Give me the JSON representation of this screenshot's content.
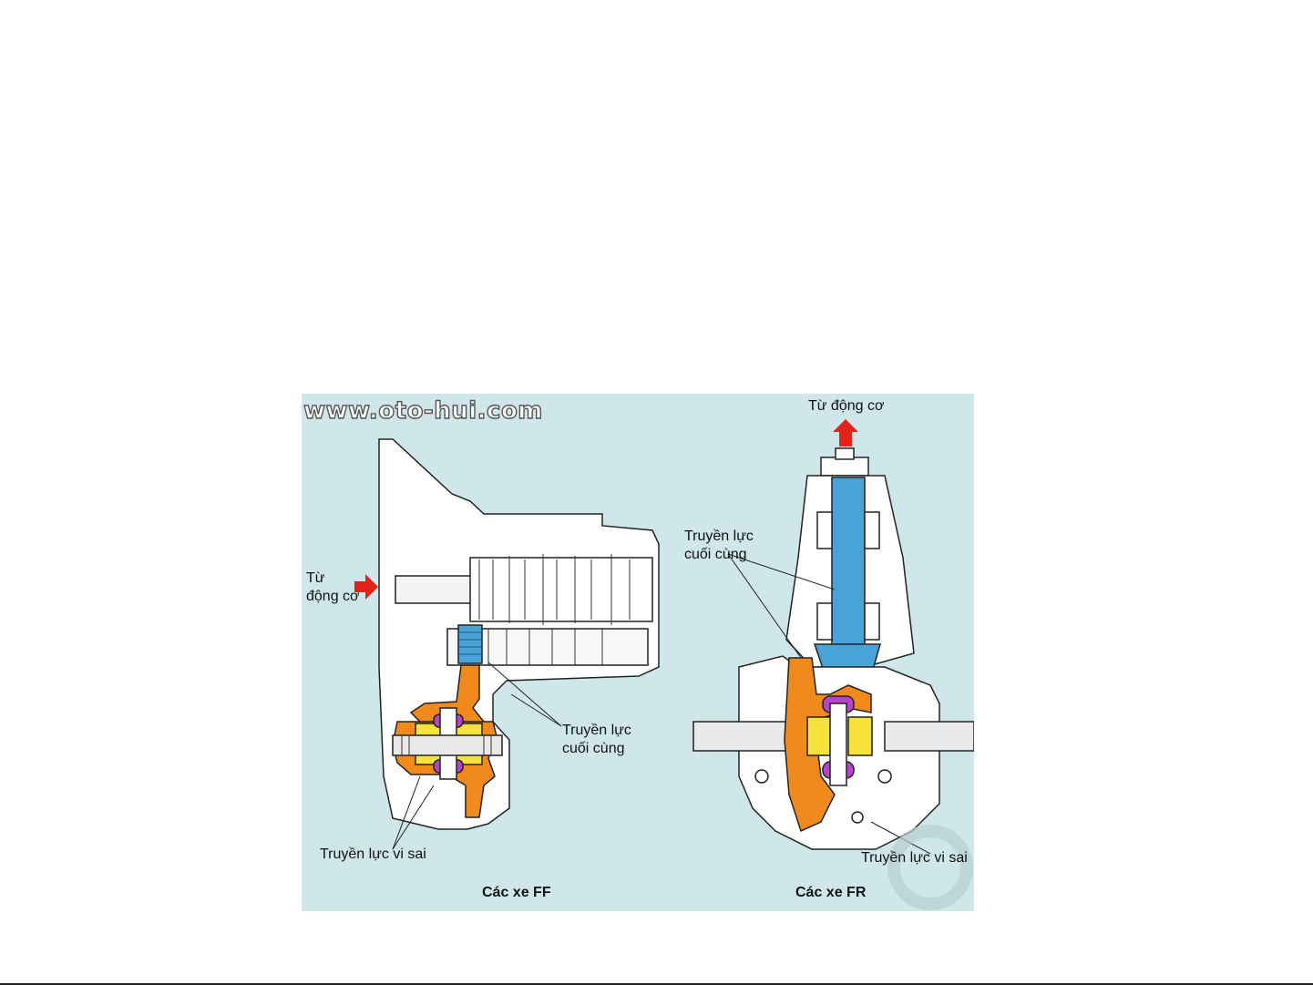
{
  "watermark": "www.oto-hui.com",
  "ff": {
    "input_label": "Từ\nđộng cơ",
    "final_drive_label": "Truyền lực\ncuối cùng",
    "differential_label": "Truyền lực vi sai",
    "caption": "Các xe FF"
  },
  "fr": {
    "input_label": "Từ động cơ",
    "final_drive_label": "Truyền lực\ncuối cùng",
    "differential_label": "Truyền lực vi sai",
    "caption": "Các xe FR"
  },
  "colors": {
    "background": "#cfe7ea",
    "housing": "#ffffff",
    "pinion_blue": "#4aa3d6",
    "ring_gear_orange": "#f08a1c",
    "side_gear_yellow": "#f5e23a",
    "pinion_purple": "#b544c8",
    "arrow_red": "#e2231a"
  },
  "icons": [
    "arrow-right-icon",
    "arrow-up-icon"
  ]
}
